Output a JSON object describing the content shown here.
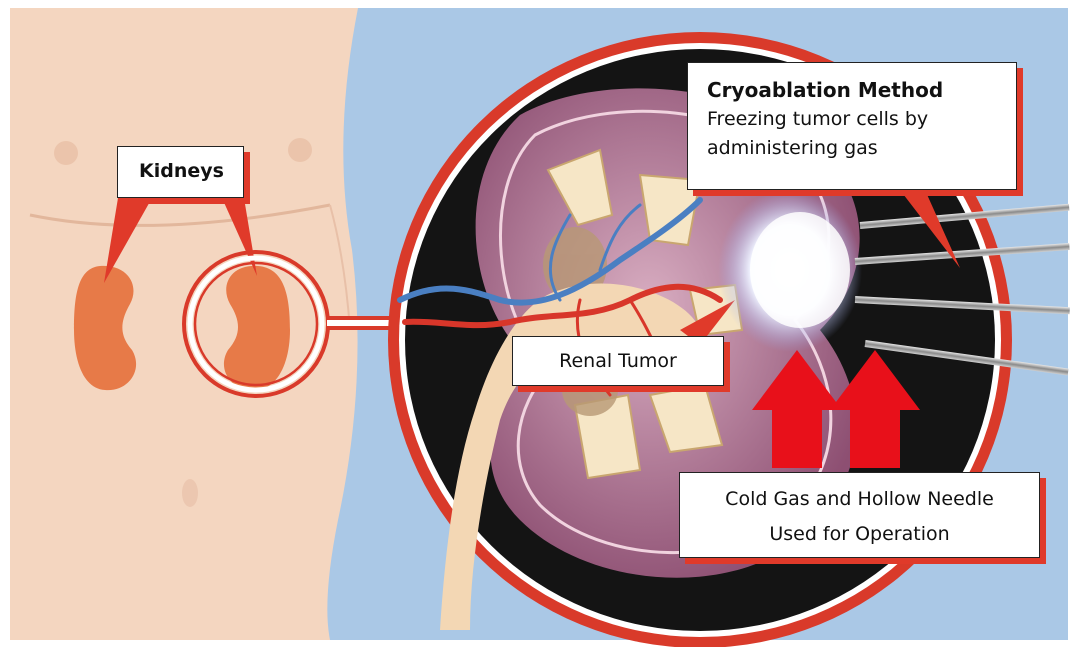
{
  "labels": {
    "kidneys": "Kidneys",
    "renal_tumor": "Renal Tumor",
    "method_title": "Cryoablation Method",
    "method_description_line1": "Freezing tumor cells by",
    "method_description_line2": "administering gas",
    "gas_line1": "Cold Gas and Hollow Needle",
    "gas_line2": "Used for Operation"
  },
  "colors": {
    "background": "#aac8e6",
    "skin": "#f4d6c0",
    "kidney": "#e77a48",
    "accent_red": "#e03a2a",
    "arrow_red": "#e8101a",
    "inset_dark": "#141414",
    "kidney_tissue": "#b87f9c"
  }
}
